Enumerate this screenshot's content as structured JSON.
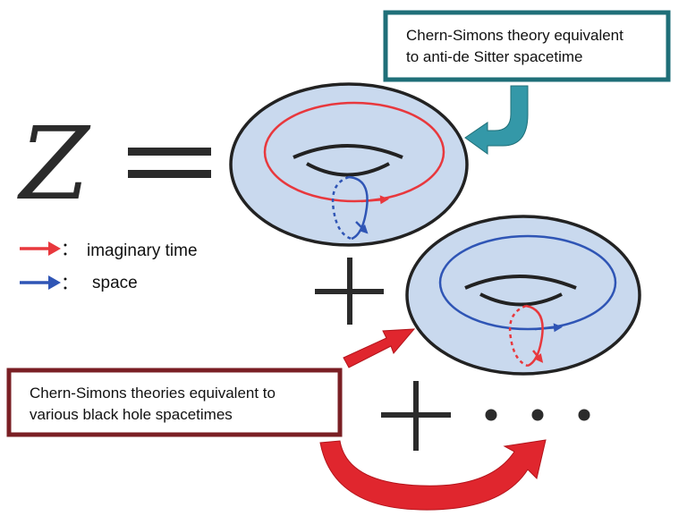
{
  "equation": {
    "symbol": "Z",
    "equals": "=",
    "plus": "+",
    "ellipsis": "…"
  },
  "callouts": {
    "top": {
      "line1": "Chern-Simons theory equivalent",
      "line2": "to anti-de Sitter spacetime",
      "border_color": "#1f6f78"
    },
    "bottom": {
      "line1": "Chern-Simons  theories equivalent to",
      "line2": "various  black  hole  spacetimes",
      "border_color": "#7a1f24"
    }
  },
  "legend": {
    "items": [
      {
        "color": "#e8383d",
        "separator": "：",
        "label": "imaginary time"
      },
      {
        "color": "#2f55b5",
        "separator": "：",
        "label": "space"
      }
    ]
  },
  "colors": {
    "torus_fill": "#c9d9ee",
    "torus_outline": "#222222",
    "red_loop": "#e8383d",
    "blue_loop": "#2f55b5",
    "teal_arrow": "#3498a8",
    "red_arrow": "#e0262e"
  }
}
